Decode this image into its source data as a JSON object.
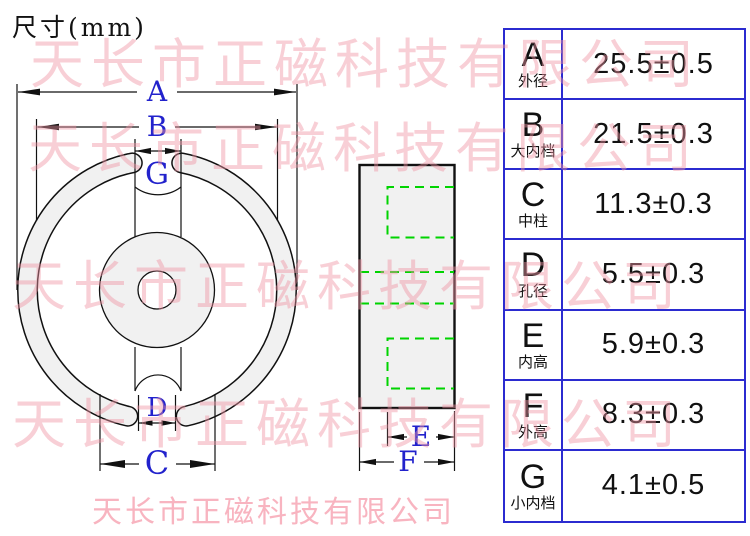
{
  "title": "尺寸(mm)",
  "watermark": {
    "line": "天长市正磁科技有限公司",
    "footer": "天长市正磁科技有限公司"
  },
  "colors": {
    "dim_label": "#2222cc",
    "table_border": "#2b2bd0",
    "hidden_line_green": "#00d400",
    "watermark_pink": "#f5a2b2",
    "part_fill": "#f1f1f1"
  },
  "front_view": {
    "dims": {
      "A": "A",
      "B": "B",
      "G": "G",
      "D": "D",
      "C": "C"
    }
  },
  "side_view": {
    "dims": {
      "E": "E",
      "F": "F"
    }
  },
  "table": {
    "rows": [
      {
        "letter": "A",
        "label": "外径",
        "value": "25.5±0.5"
      },
      {
        "letter": "B",
        "label": "大内档",
        "value": "21.5±0.3"
      },
      {
        "letter": "C",
        "label": "中柱",
        "value": "11.3±0.3"
      },
      {
        "letter": "D",
        "label": "孔径",
        "value": "5.5±0.3"
      },
      {
        "letter": "E",
        "label": "内高",
        "value": "5.9±0.3"
      },
      {
        "letter": "F",
        "label": "外高",
        "value": "8.3±0.3"
      },
      {
        "letter": "G",
        "label": "小内档",
        "value": "4.1±0.5"
      }
    ]
  }
}
